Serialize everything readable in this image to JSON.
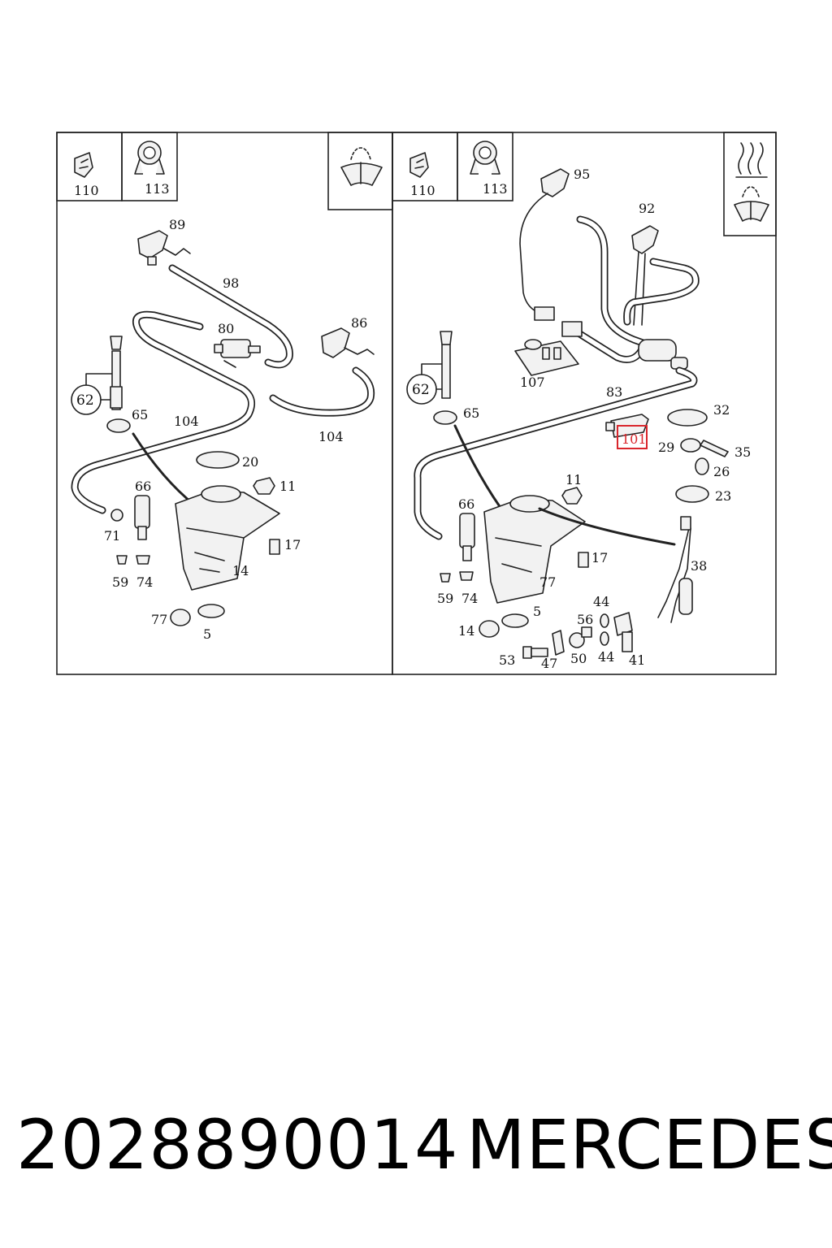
{
  "footer": {
    "part_number": "2028890014",
    "brand": "MERCEDES"
  },
  "highlight_color": "#d9262c",
  "left_panel": {
    "header_labels": [
      "110",
      "113"
    ],
    "labels": [
      "89",
      "98",
      "80",
      "86",
      "62",
      "65",
      "104",
      "104",
      "20",
      "11",
      "66",
      "71",
      "17",
      "59",
      "74",
      "5",
      "14",
      "77"
    ]
  },
  "right_panel": {
    "header_labels": [
      "110",
      "113"
    ],
    "labels": [
      "95",
      "92",
      "62",
      "65",
      "107",
      "83",
      "32",
      "29",
      "35",
      "26",
      "23",
      "11",
      "66",
      "17",
      "38",
      "59",
      "74",
      "5",
      "77",
      "44",
      "56",
      "14",
      "53",
      "47",
      "50",
      "44",
      "41"
    ],
    "highlighted_label": "101"
  }
}
